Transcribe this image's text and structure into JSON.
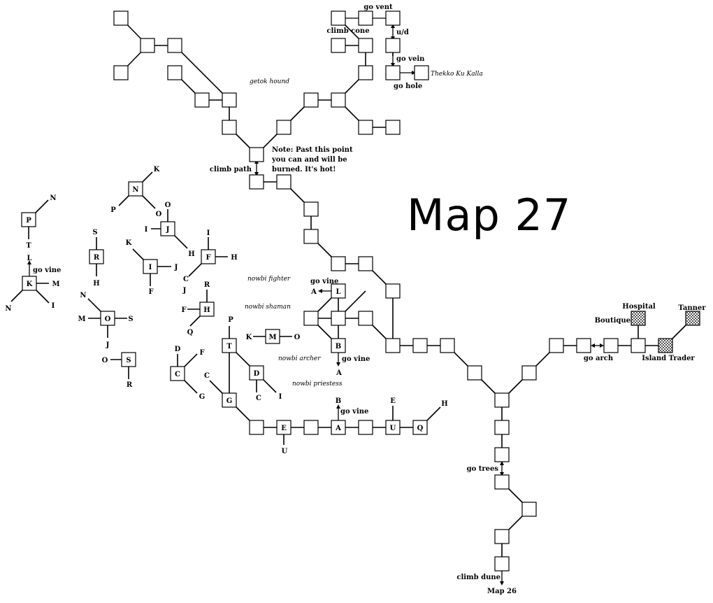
{
  "title": "Map 27",
  "shop_color": "#9a9a9a",
  "labels": {
    "go_vent": "go vent",
    "climb_cone": "climb cone",
    "ud": "u/d",
    "go_vein": "go vein",
    "go_hole": "go hole",
    "thekko": "Thekko Ku Kalla",
    "getok_hound": "getok hound",
    "note_1": "Note: Past this point",
    "note_2": "you can and will be",
    "note_3": "burned. It's hot!",
    "climb_path": "climb path",
    "nowbi_fighter": "nowbi fighter",
    "nowbi_shaman": "nowbi shaman",
    "nowbi_archer": "nowbi archer",
    "nowbi_priestess": "nowbi priestess",
    "go_vine_l": "go vine",
    "go_vine_b": "go vine",
    "go_vine_a": "go vine",
    "go_vine_k": "go vine",
    "hospital": "Hospital",
    "boutique": "Boutique",
    "tanner": "Tanner",
    "go_arch": "go arch",
    "island_trader": "Island Trader",
    "go_trees": "go trees",
    "climb_dune": "climb dune",
    "map26": "Map 26"
  }
}
